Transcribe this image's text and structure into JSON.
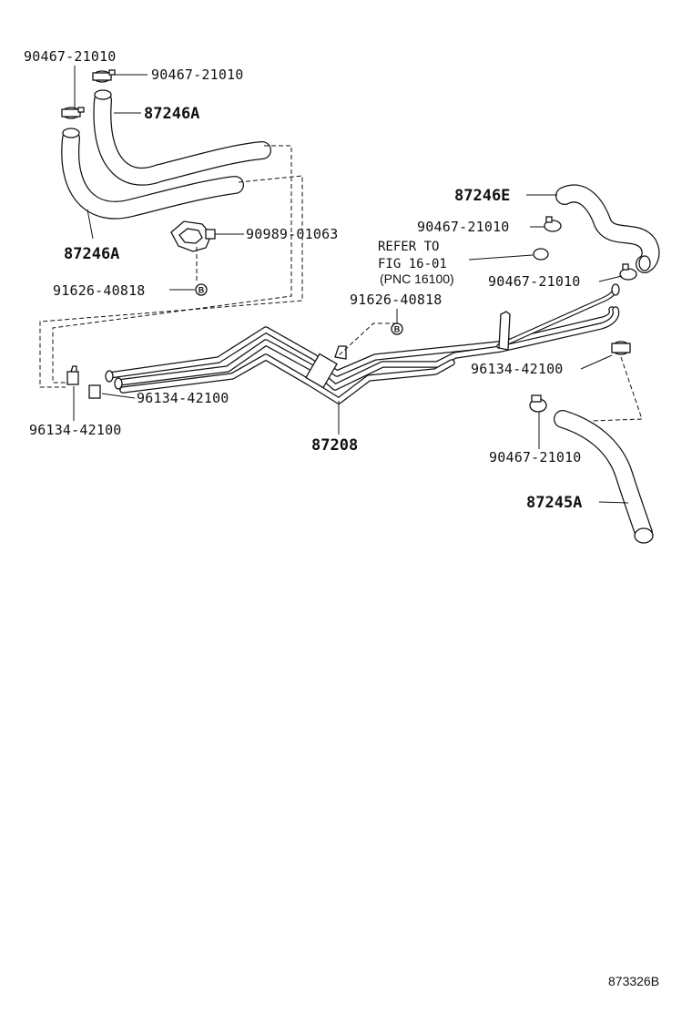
{
  "labels": {
    "clamp_top_left": "90467-21010",
    "clamp_top_right": "90467-21010",
    "hose_upper": "87246A",
    "hose_lower": "87246A",
    "clip_bracket": "90989-01063",
    "bolt_left": "91626-40818",
    "bolt_mid": "91626-40818",
    "hose_right_upper": "87246E",
    "clamp_right_1": "90467-21010",
    "refer_line1": "REFER TO",
    "refer_line2": "FIG 16-01",
    "refer_line3": "(PNC 16100)",
    "clamp_right_2": "90467-21010",
    "clamp_pipe_right": "96134-42100",
    "clamp_pipe_left_1": "96134-42100",
    "clamp_pipe_left_2": "96134-42100",
    "pipe_assembly": "87208",
    "clamp_lower_right": "90467-21010",
    "hose_lower_right": "87245A",
    "bolt_letter": "B",
    "diagram_id": "873326B"
  }
}
